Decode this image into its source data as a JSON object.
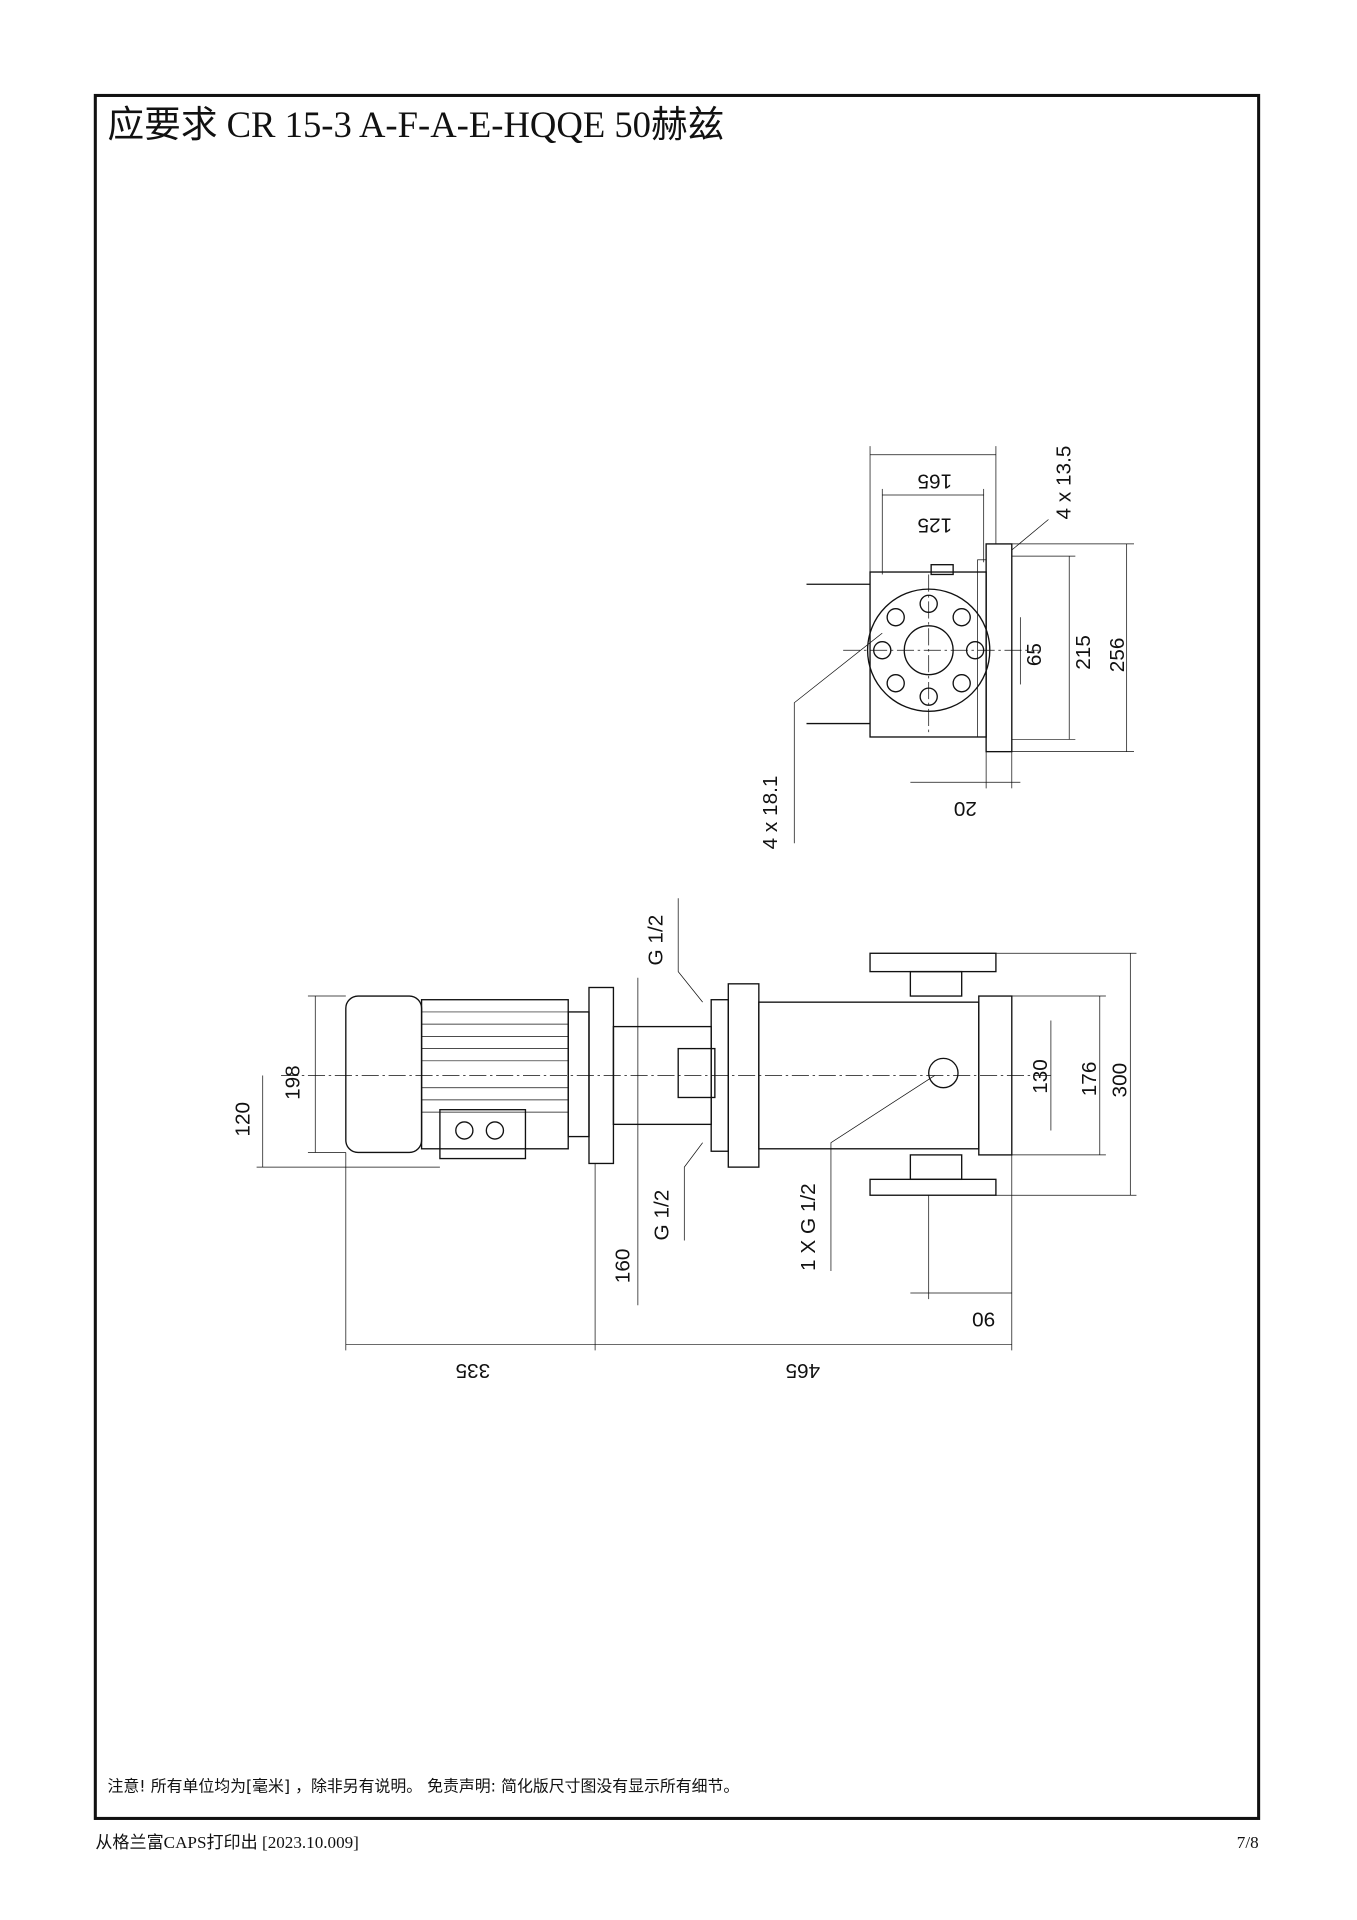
{
  "title": "应要求 CR 15-3 A-F-A-E-HQQE 50赫兹",
  "note": "注意!  所有单位均为[毫米] ，除非另有说明。 免责声明:  简化版尺寸图没有显示所有细节。",
  "footer": {
    "printed_by": "从格兰富CAPS打印出 [2023.10.009]",
    "page": "7/8"
  },
  "top_view": {
    "dims": {
      "d165": "165",
      "d125": "125",
      "holes_top": "4 x 13.5",
      "d65": "65",
      "d215": "215",
      "d256": "256",
      "d20": "20",
      "holes_flange": "4 x 18.1"
    }
  },
  "side_view": {
    "dims": {
      "d198": "198",
      "d120": "120",
      "g_top": "G 1/2",
      "g_bottom": "G 1/2",
      "drain": "1 X G 1/2",
      "d130": "130",
      "d176": "176",
      "d300": "300",
      "d160": "160",
      "d90": "90",
      "d335": "335",
      "d465": "465"
    }
  }
}
